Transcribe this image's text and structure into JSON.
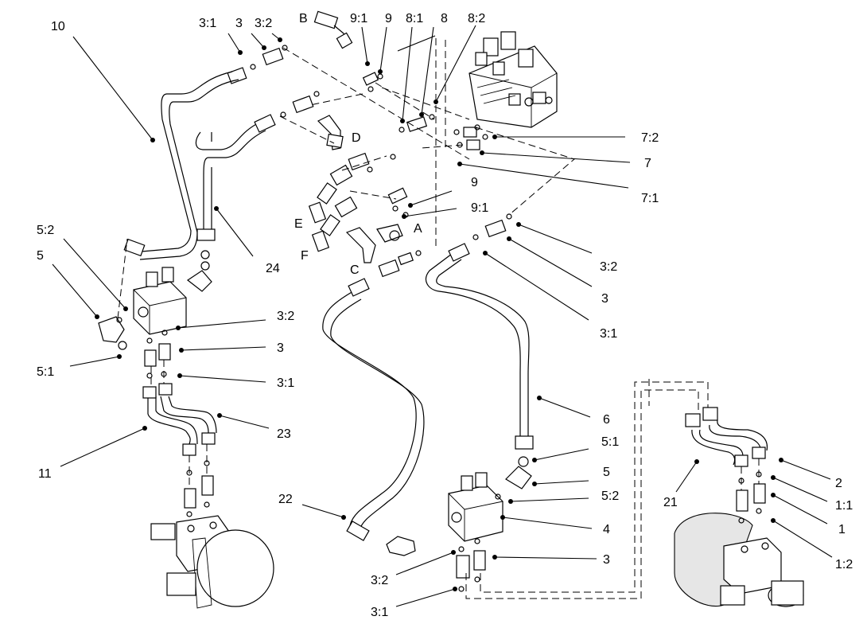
{
  "labels": {
    "l10": "10",
    "l3_1_top": "3:1",
    "l3_top": "3",
    "l3_2_top": "3:2",
    "lB": "B",
    "l9_1_top": "9:1",
    "l9_top": "9",
    "l8_1": "8:1",
    "l8": "8",
    "l8_2": "8:2",
    "lD": "D",
    "l7_2": "7:2",
    "l7": "7",
    "l7_1": "7:1",
    "l9_mid": "9",
    "l9_1_mid": "9:1",
    "lE": "E",
    "lA": "A",
    "lF": "F",
    "lC": "C",
    "l24": "24",
    "l3_2_right": "3:2",
    "l3_right": "3",
    "l3_1_right": "3:1",
    "l5_2_left": "5:2",
    "l5_left": "5",
    "l3_2_left": "3:2",
    "l3_left": "3",
    "l5_1_left": "5:1",
    "l3_1_left": "3:1",
    "l23": "23",
    "l11": "11",
    "l6": "6",
    "l5_1_right": "5:1",
    "l5_right": "5",
    "l5_2_right": "5:2",
    "l4": "4",
    "l22": "22",
    "l3_bottom": "3",
    "l3_2_bottom": "3:2",
    "l3_1_bottom": "3:1",
    "l2": "2",
    "l1_1": "1:1",
    "l1": "1",
    "l1_2": "1:2",
    "l21": "21"
  }
}
